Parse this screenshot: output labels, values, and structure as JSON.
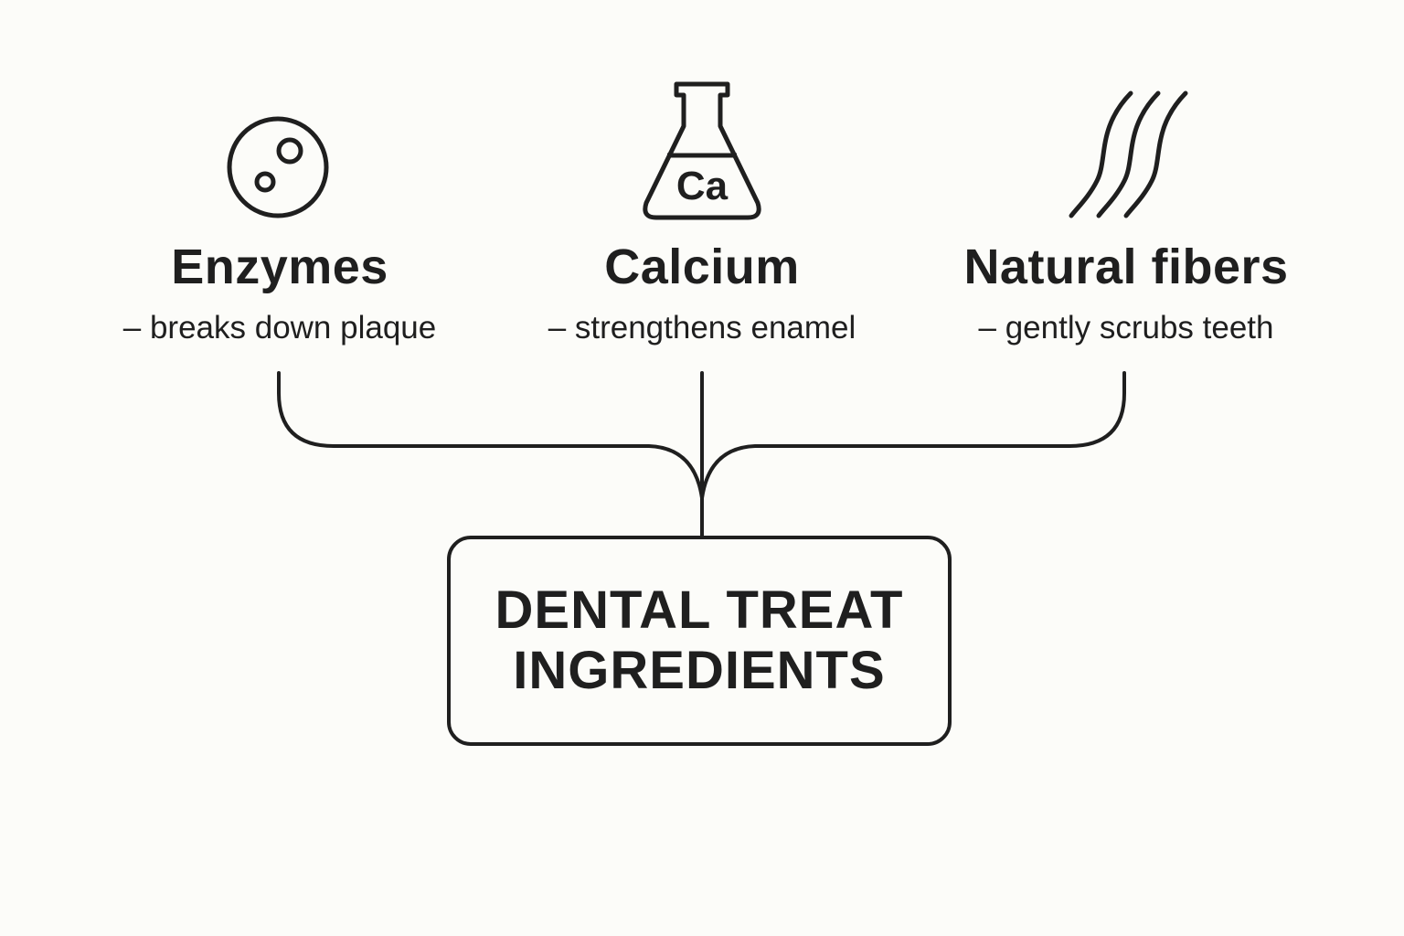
{
  "ingredients": [
    {
      "name": "Enzymes",
      "description": "– breaks down plaque",
      "icon": "enzyme-cells-icon"
    },
    {
      "name": "Calcium",
      "description": "– strengthens enamel",
      "icon": "flask-icon",
      "icon_text": "Ca"
    },
    {
      "name": "Natural fibers",
      "description": "– gently scrubs teeth",
      "icon": "fiber-strands-icon"
    }
  ],
  "main_box": {
    "line1": "DENTAL TREAT",
    "line2": "INGREDIENTS"
  },
  "colors": {
    "background": "#fcfcf9",
    "ink": "#1f1f1f"
  }
}
